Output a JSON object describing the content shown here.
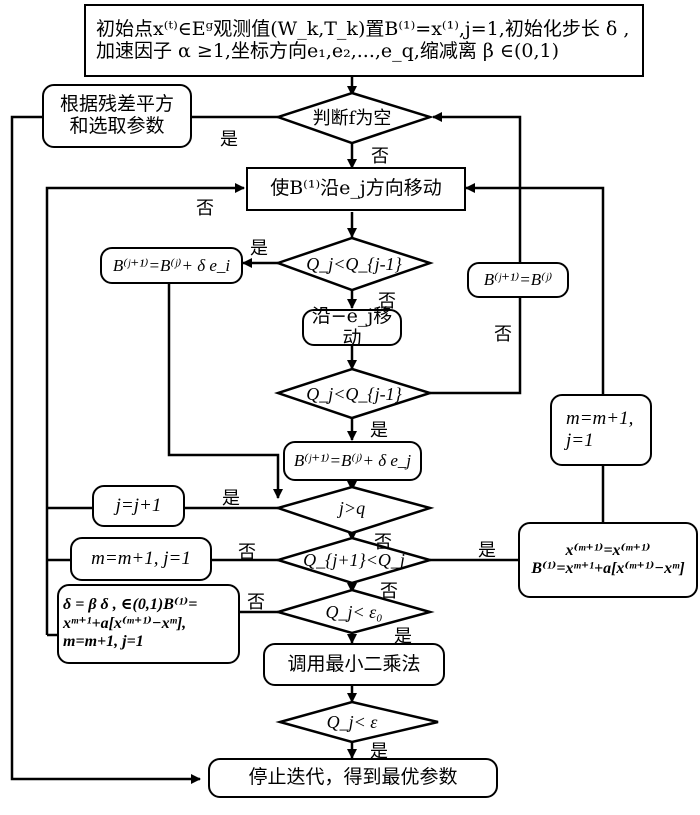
{
  "diagram": {
    "type": "flowchart",
    "colors": {
      "stroke": "#000000",
      "fill": "#ffffff",
      "text": "#000000"
    },
    "nodes": {
      "init": {
        "line1": "初始点x⁽ᵗ⁾∈Eᵍ观测值(W_k,T_k)置B⁽¹⁾=x⁽¹⁾,j=1,初始化步长 δ ,",
        "line2": "加速因子 α ≥1,坐标方向e₁,e₂,...,e_q,缩减离 β ∈(0,1)"
      },
      "residual": {
        "line1": "根据残差平方",
        "line2": "和选取参数"
      },
      "judge_f_empty": "判断f为空",
      "move_ej": "使B⁽¹⁾沿e_j方向移动",
      "cond_q1": "Q_j<Q_{j-1}",
      "update_ei": "B⁽ʲ⁺¹⁾=B⁽ʲ⁾+ δ e_i",
      "move_neg_ej": "沿−e_j移动",
      "cond_q2": "Q_j<Q_{j-1}",
      "keep_b": "B⁽ʲ⁺¹⁾=B⁽ʲ⁾",
      "update_ej": "B⁽ʲ⁺¹⁾=B⁽ʲ⁾+ δ e_j",
      "m_inc_right": {
        "line1": "m=m+1,",
        "line2": "j=1"
      },
      "cond_j_gt_q": "j>q",
      "j_inc": "j=j+1",
      "cond_q3": "Q_{j+1}<Q_j",
      "m_inc_left": "m=m+1, j=1",
      "accelerate": {
        "line1": "x⁽ᵐ⁺¹⁾=x⁽ᵐ⁺¹⁾",
        "line2": "B⁽¹⁾=xᵐ⁺¹+a[x⁽ᵐ⁺¹⁾−xᵐ]"
      },
      "cond_eps0": "Q_j< ε₀",
      "shrink": {
        "line1": "δ = β  δ , ∈(0,1)B⁽¹⁾=",
        "line2": "xᵐ⁺¹+a[x⁽ᵐ⁺¹⁾−xᵐ],",
        "line3": "m=m+1, j=1"
      },
      "least_squares": "调用最小二乘法",
      "cond_eps": "Q_j< ε",
      "stop": "停止迭代，得到最优参数"
    },
    "edge_labels": {
      "judge_yes": "是",
      "judge_no": "否",
      "move_no_loop": "否",
      "q1_yes": "是",
      "q1_no": "否",
      "q2_no": "否",
      "q2_yes": "是",
      "jq_yes": "是",
      "jq_no": "否",
      "q3_no": "否",
      "q3_yes": "是",
      "q3_down_no": "否",
      "eps0_no": "否",
      "eps0_yes": "是",
      "eps_yes": "是"
    }
  }
}
